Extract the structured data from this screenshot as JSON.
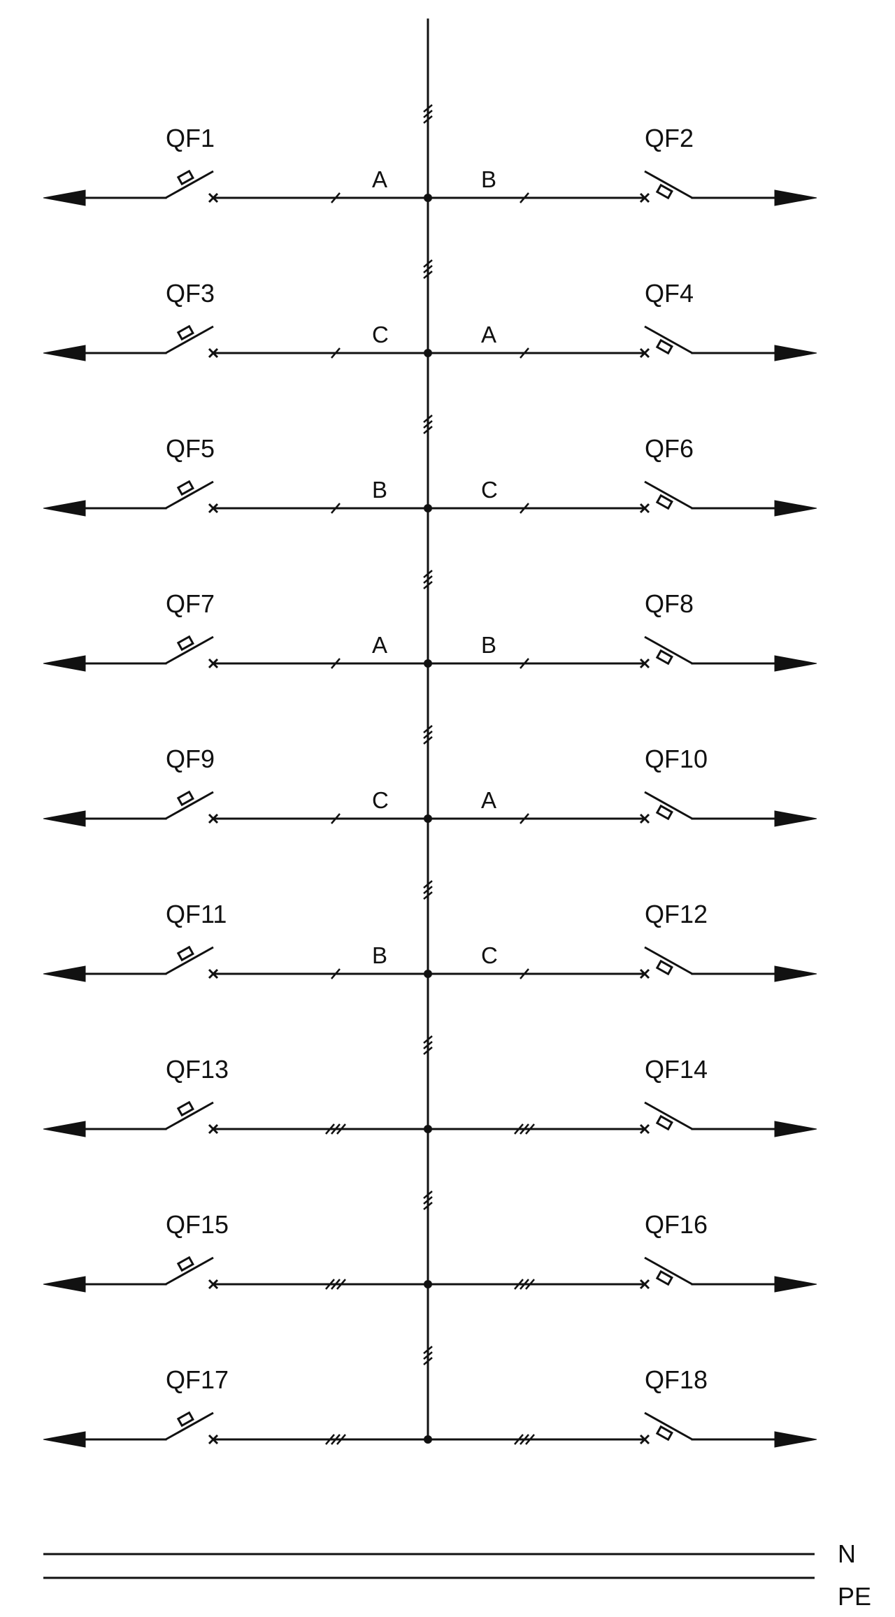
{
  "rows": [
    {
      "left": {
        "breaker": "QF1",
        "phase": "A"
      },
      "right": {
        "breaker": "QF2",
        "phase": "B"
      }
    },
    {
      "left": {
        "breaker": "QF3",
        "phase": "C"
      },
      "right": {
        "breaker": "QF4",
        "phase": "A"
      }
    },
    {
      "left": {
        "breaker": "QF5",
        "phase": "B"
      },
      "right": {
        "breaker": "QF6",
        "phase": "C"
      }
    },
    {
      "left": {
        "breaker": "QF7",
        "phase": "A"
      },
      "right": {
        "breaker": "QF8",
        "phase": "B"
      }
    },
    {
      "left": {
        "breaker": "QF9",
        "phase": "C"
      },
      "right": {
        "breaker": "QF10",
        "phase": "A"
      }
    },
    {
      "left": {
        "breaker": "QF11",
        "phase": "B"
      },
      "right": {
        "breaker": "QF12",
        "phase": "C"
      }
    },
    {
      "left": {
        "breaker": "QF13",
        "phase": ""
      },
      "right": {
        "breaker": "QF14",
        "phase": ""
      }
    },
    {
      "left": {
        "breaker": "QF15",
        "phase": ""
      },
      "right": {
        "breaker": "QF16",
        "phase": ""
      }
    },
    {
      "left": {
        "breaker": "QF17",
        "phase": ""
      },
      "right": {
        "breaker": "QF18",
        "phase": ""
      }
    }
  ],
  "buses": {
    "neutral": "N",
    "protective_earth": "PE"
  }
}
